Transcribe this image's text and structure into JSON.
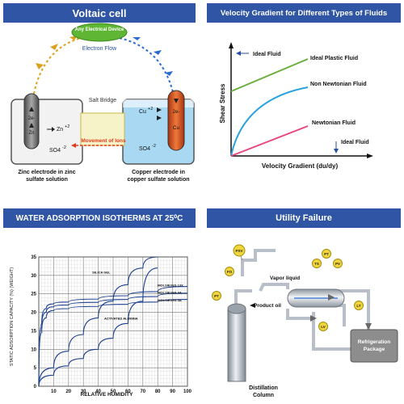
{
  "voltaic": {
    "title": "Voltaic cell",
    "device": "Any Electrical Device",
    "electron_flow": "Electron Flow",
    "salt_bridge": "Salt Bridge",
    "ions": "Movement of Ions",
    "anode_charge": "2e-",
    "anode_metal": "Zn",
    "anode_ion": "Zn",
    "anode_ion_charge": "+2",
    "anode_sulfate": "SO4",
    "anode_sulfate_charge": "-2",
    "cathode_charge": "2e-",
    "cathode_metal": "Cu",
    "cathode_ion": "Cu",
    "cathode_ion_charge": "+2",
    "cathode_sulfate": "SO4",
    "cathode_sulfate_charge": "-2",
    "zinc_caption_1": "Zinc electrode in zinc",
    "zinc_caption_2": "sulfate solution",
    "copper_caption_1": "Copper electrode in",
    "copper_caption_2": "copper sulfate solution",
    "colors": {
      "anode": "#7a7a7a",
      "cathode": "#d9501e",
      "solution": "#a9d8f3",
      "bridge": "#f6f3c8"
    }
  },
  "fluids": {
    "title": "Velocity Gradient for Different Types of Fluids",
    "ylabel": "Shear Stress",
    "xlabel": "Velocity Gradient (du/dy)",
    "label_ideal_top": "Ideal Fluid",
    "label_plastic": "Ideal Plastic Fluid",
    "label_non_newtonian": "Non Newtonian Fluid",
    "label_newtonian": "Newtonian Fluid",
    "label_ideal_bottom": "Ideal Fluid",
    "colors": {
      "plastic": "#6aae3e",
      "non_newtonian": "#2aa3dc",
      "newtonian": "#e8467c"
    }
  },
  "isotherm": {
    "title": "WATER ADSORPTION ISOTHERMS AT 25⁰C",
    "chart_data": {
      "type": "line",
      "xlabel": "RELATIVE HUMIDITY",
      "ylabel": "STATIC ADSORPTION CAPACITY (%) (WEIGHT)",
      "xlim": [
        0,
        100
      ],
      "ylim": [
        0,
        35
      ],
      "x_ticks": [
        10,
        20,
        30,
        40,
        50,
        60,
        70,
        80,
        90,
        100
      ],
      "y_ticks": [
        0,
        5,
        10,
        15,
        20,
        25,
        30,
        35
      ],
      "grid": true,
      "series": [
        {
          "name": "SILICA GEL",
          "x": [
            0,
            10,
            20,
            30,
            40,
            50,
            60,
            70,
            80
          ],
          "y": [
            0,
            5,
            9.5,
            14,
            18.5,
            23,
            27.5,
            32,
            35
          ]
        },
        {
          "name": "MOLSIEVES 13X",
          "x": [
            0,
            2,
            5,
            10,
            20,
            40,
            60,
            80,
            100
          ],
          "y": [
            0,
            17,
            21,
            22.3,
            22.8,
            23.6,
            24.5,
            25.6,
            27
          ]
        },
        {
          "name": "MOLSIEVES 4A",
          "x": [
            0,
            2,
            5,
            10,
            20,
            40,
            60,
            80,
            100
          ],
          "y": [
            0,
            16,
            20,
            21.5,
            22,
            22.7,
            23.5,
            24.3,
            25.2
          ]
        },
        {
          "name": "MOLSIEVES 3A",
          "x": [
            0,
            2,
            5,
            10,
            20,
            40,
            60,
            80,
            100
          ],
          "y": [
            0,
            14.5,
            18.5,
            20.5,
            21,
            21.6,
            22.2,
            22.8,
            23.5
          ]
        },
        {
          "name": "ACTIVATED ALUMINA",
          "x": [
            0,
            10,
            20,
            30,
            40,
            50,
            60,
            70,
            80
          ],
          "y": [
            0,
            3,
            5.5,
            7.5,
            10,
            13,
            17,
            23,
            32
          ]
        }
      ]
    }
  },
  "utility": {
    "title": "Utility Failure",
    "psv": "PSV",
    "fo": "FO",
    "pt_left": "PT",
    "ts": "TS",
    "pt_right": "PT",
    "pv": "PV",
    "lt": "LT",
    "lv": "LV",
    "vapor": "Vapor liquid",
    "product": "Product oil",
    "refrig_1": "Refrigeration",
    "refrig_2": "Package",
    "column_1": "Distillation",
    "column_2": "Column",
    "colors": {
      "tag": "#f0d63a",
      "pipe": "#b8bfc8",
      "package": "#8d8d8d"
    }
  }
}
